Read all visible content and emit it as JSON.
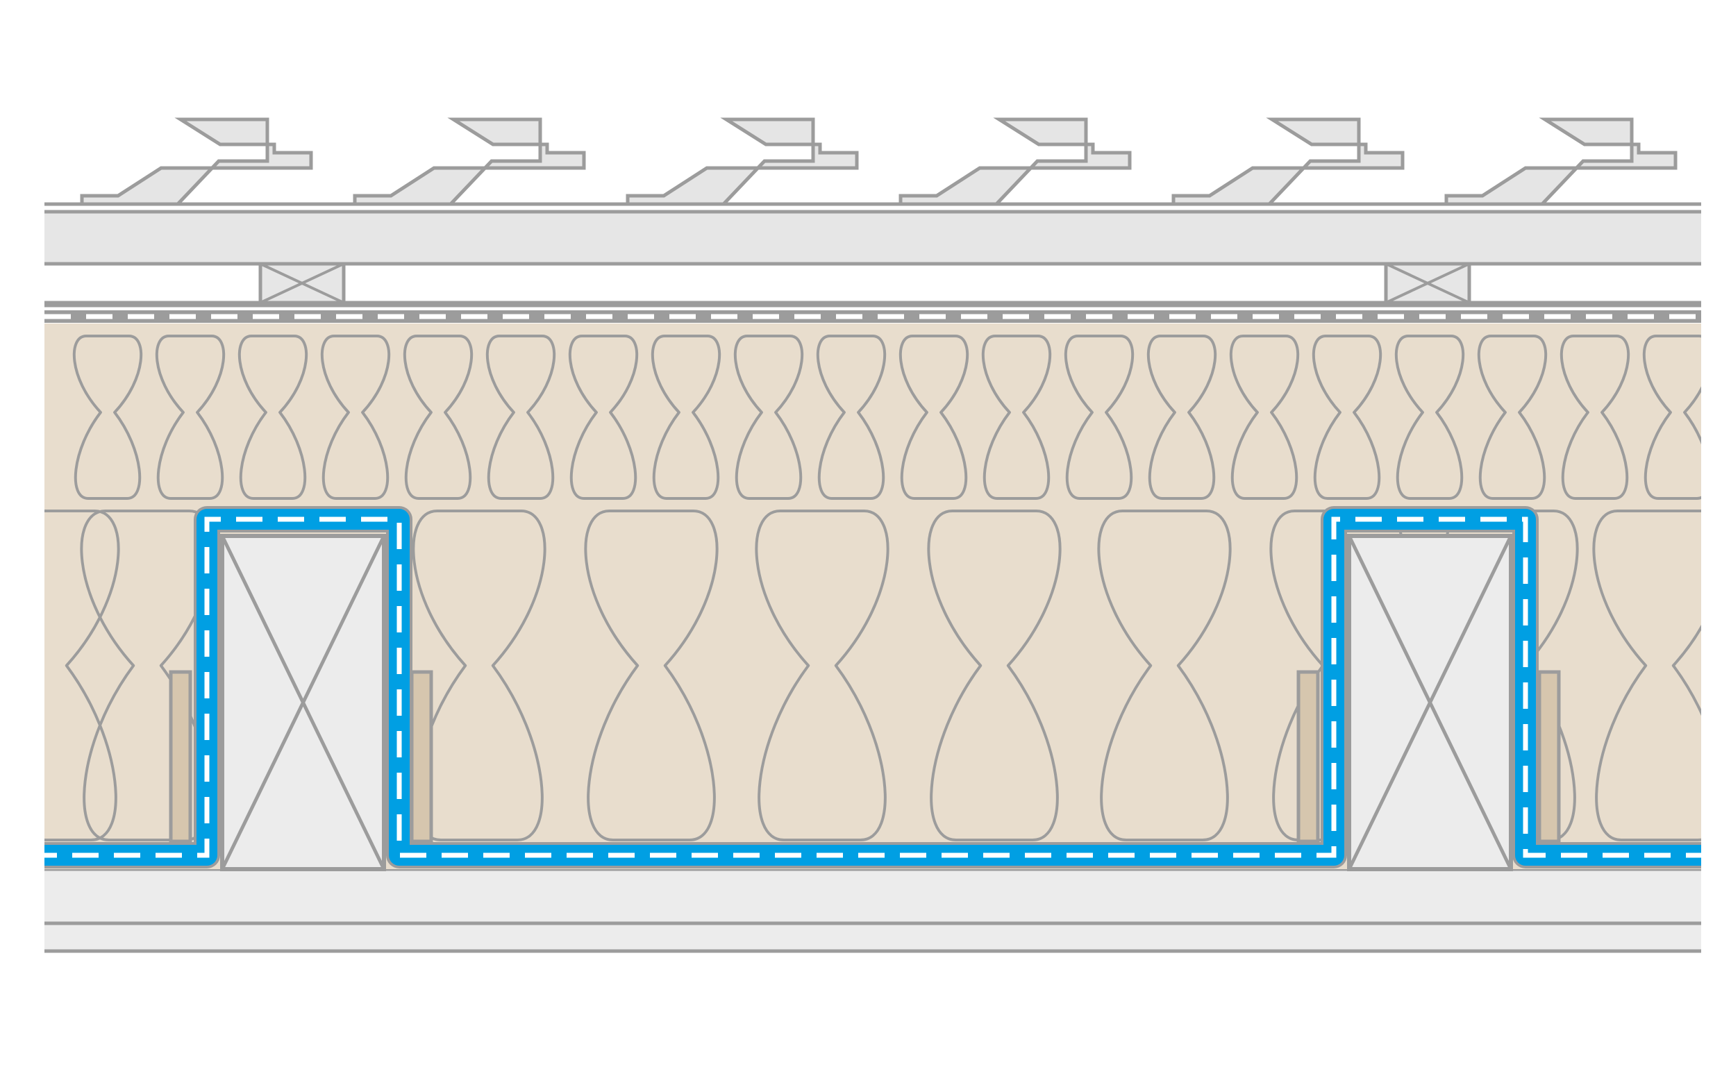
{
  "diagram": {
    "type": "roof-section-detail",
    "layers": [
      "roof-tiles",
      "tile-battens",
      "counter-battens",
      "underlay-membrane",
      "mineral-wool-insulation-upper",
      "mineral-wool-insulation-between-rafters",
      "rafters",
      "vapour-control-membrane",
      "inner-lining-board"
    ],
    "tile_count": 6,
    "rafter_count": 2,
    "counter_batten_count": 2,
    "colors": {
      "outline": "#9c9c9c",
      "tile_fill": "#e5e5e5",
      "batten_fill": "#e6e6e6",
      "insulation_fill": "#e8ddcd",
      "rafter_fill": "#ececec",
      "membrane_blue": "#009fe3",
      "membrane_dash": "#ffffff",
      "strip_fill": "#d6c6ae",
      "lining_fill": "#ececec",
      "background": "#ffffff"
    }
  }
}
